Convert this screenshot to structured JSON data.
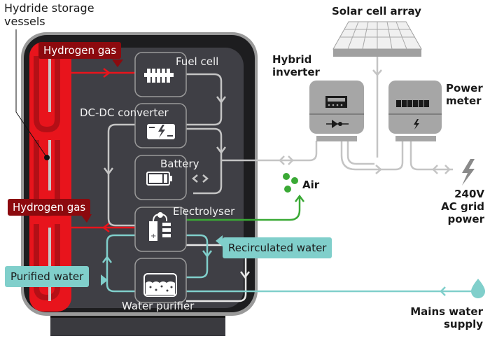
{
  "title_labels": {
    "hydride_storage": [
      "Hydride storage",
      "vessels"
    ],
    "solar_array": "Solar cell array",
    "hybrid_inverter": [
      "Hybrid",
      "inverter"
    ],
    "power_meter": [
      "Power",
      "meter"
    ],
    "grid_power": [
      "240V",
      "AC grid",
      "power"
    ],
    "mains_water": [
      "Mains water",
      "supply"
    ],
    "air": "Air"
  },
  "components": {
    "fuel_cell": "Fuel cell",
    "dcdc_converter": "DC-DC converter",
    "battery": "Battery",
    "electrolyser": "Electrolyser",
    "water_purifier": "Water purifier"
  },
  "tags": {
    "hydrogen_top": "Hydrogen gas",
    "hydrogen_bottom": "Hydrogen gas",
    "recirculated_water": "Recirculated water",
    "purified_water": "Purified water"
  },
  "colors": {
    "hydrogen_red": "#e8141c",
    "tag_red": "#8c0a0e",
    "water_teal": "#80cfcb",
    "air_green": "#3aa935",
    "unit_dark": "#3d3d42",
    "power_line": "#c4c4c4"
  }
}
